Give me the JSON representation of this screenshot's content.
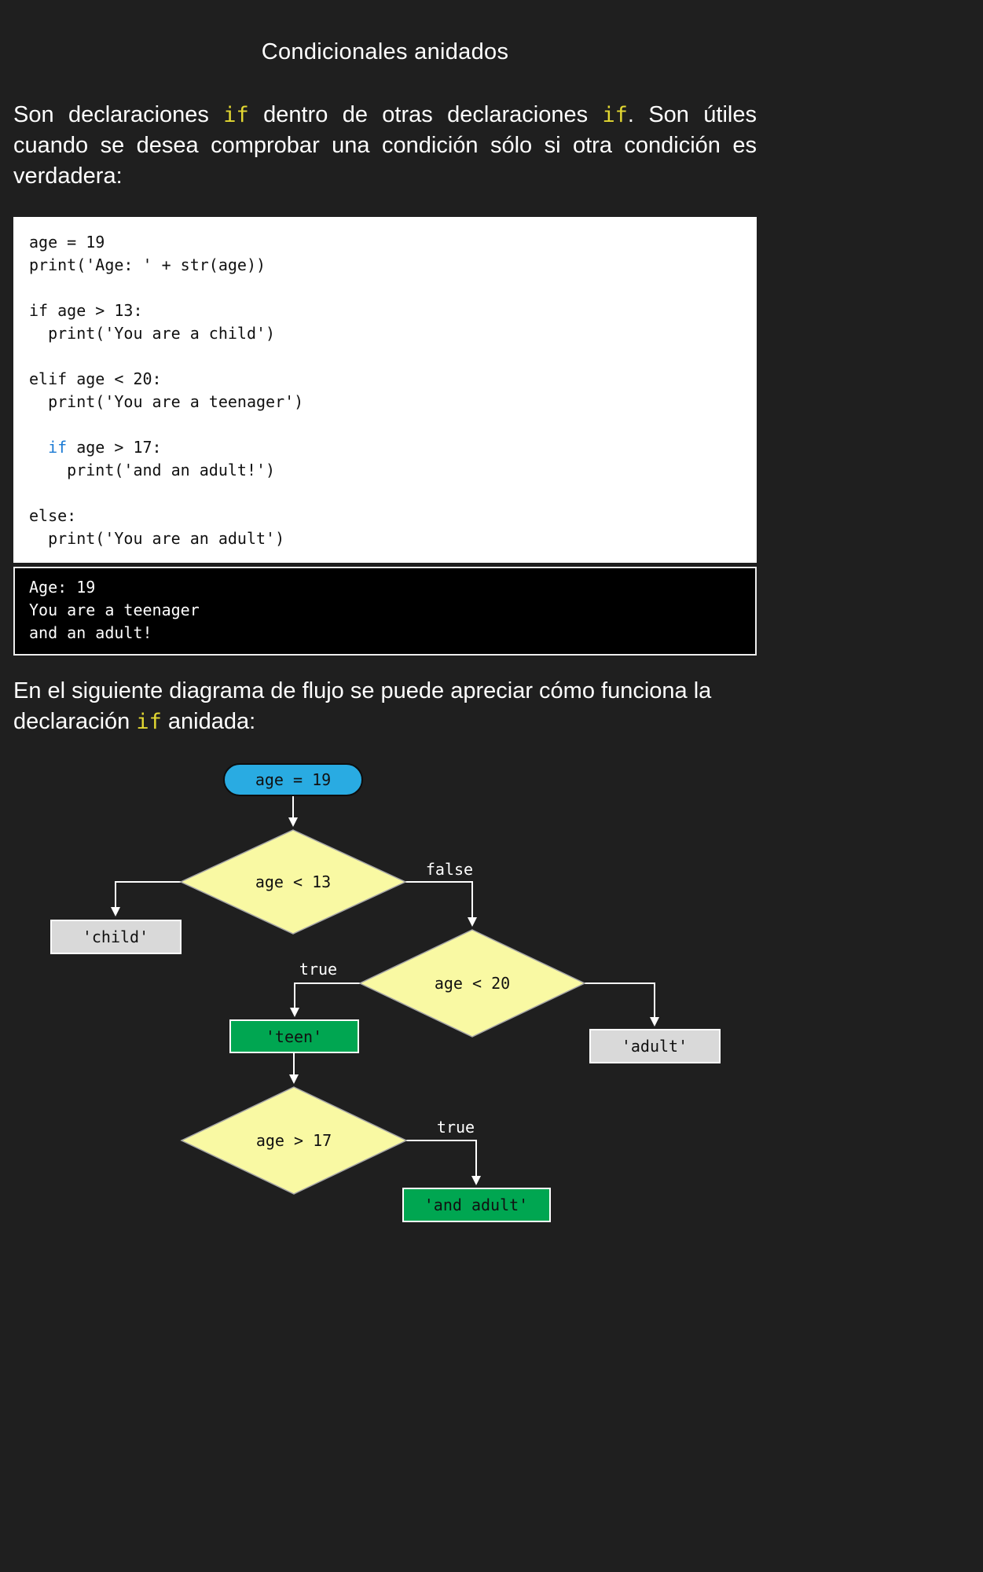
{
  "page": {
    "title": "Condicionales anidados"
  },
  "intro": {
    "seg1": "Son declaraciones ",
    "kw1": "if",
    "seg2": " dentro de otras declaraciones ",
    "kw2": "if",
    "seg3": ". Son útiles cuando se desea comprobar una condición sólo si otra condición es verdadera:"
  },
  "code": {
    "line1": "age = 19",
    "line2": "print('Age: ' + str(age))",
    "line3": "if age > 13:",
    "line4": "  print('You are a child')",
    "line5": "elif age < 20:",
    "line6": "  print('You are a teenager')",
    "nested_indent": "  ",
    "nested_kw": "if",
    "nested_rest": " age > 17:",
    "line8": "    print('and an adult!')",
    "line9": "else:",
    "line10": "  print('You are an adult')"
  },
  "output": {
    "line1": "Age: 19",
    "line2": "You are a teenager",
    "line3": "and an adult!"
  },
  "flow_intro": {
    "seg1": "En el siguiente diagrama de flujo se puede apreciar cómo funciona la declaración ",
    "kw1": "if",
    "seg2": " anidada:"
  },
  "flowchart": {
    "start": "age = 19",
    "cond1": "age < 13",
    "cond2": "age < 20",
    "cond3": "age > 17",
    "child": "'child'",
    "teen": "'teen'",
    "adult": "'adult'",
    "and_adult": "'and adult'",
    "label_false": "false",
    "label_true1": "true",
    "label_true2": "true"
  },
  "colors": {
    "keyword_yellow": "#e3d832",
    "nested_if_blue": "#1a7ad4",
    "start_node_fill": "#29abe2",
    "diamond_fill": "#f9f9a3",
    "terminal_green": "#00a651",
    "terminal_gray": "#d9d9d9",
    "page_background": "#1f1f1f"
  }
}
